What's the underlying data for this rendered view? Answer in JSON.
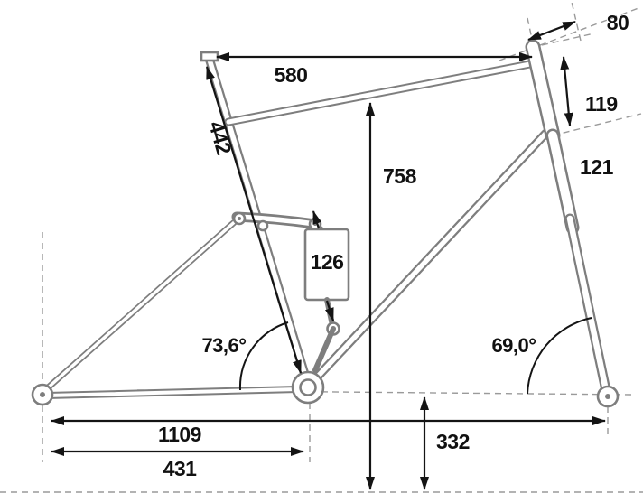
{
  "diagram": {
    "type": "bike-frame-geometry-drawing",
    "labels": {
      "stem": "80",
      "top_tube": "580",
      "head_tube": "119",
      "fork_upper": "121",
      "seat_tube": "442",
      "height": "758",
      "shock": "126",
      "seat_angle": "73,6°",
      "head_angle": "69,0°",
      "wheelbase": "1109",
      "chainstay": "431",
      "bb_height": "332"
    },
    "colors": {
      "frame_outline": "#7e7e7e",
      "dimension_lines": "#141414",
      "construction_lines": "#9a9a9a",
      "background": "#ffffff"
    }
  }
}
